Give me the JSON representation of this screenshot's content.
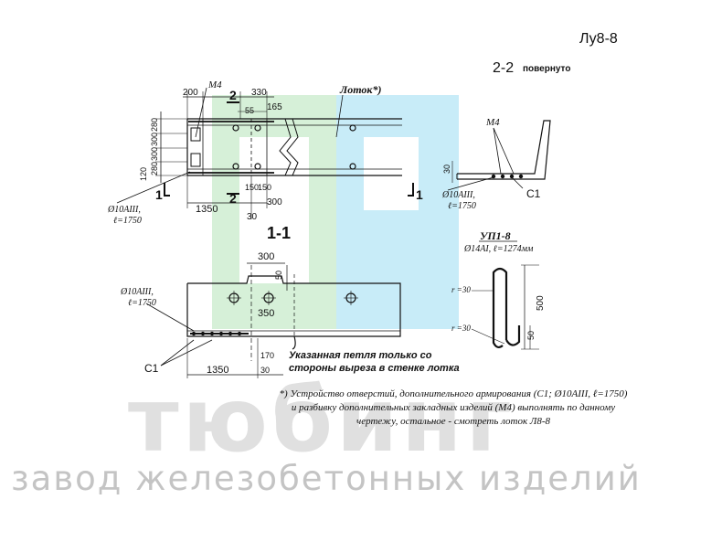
{
  "sheet_label": "Лу8-8",
  "watermark": {
    "brand": "тюбинг",
    "subtitle": "завод железобетонных изделий"
  },
  "plan": {
    "dims_top": [
      "200",
      "330",
      "165",
      "55",
      "150"
    ],
    "dims_left": [
      "280",
      "300",
      "300",
      "280",
      "120"
    ],
    "dims_bottom": [
      "1350",
      "150",
      "300",
      "30"
    ],
    "label_m4": "M4",
    "label_tray": "Лоток*)",
    "rebar_name": "Ø10АIII,",
    "rebar_len": "ℓ=1750",
    "section_2": "2",
    "section_1": "1"
  },
  "section_2_2": {
    "title": "2-2",
    "subtitle": "повернуто",
    "label_m4": "M4",
    "dim_30": "30",
    "rebar_name": "Ø10АIII,",
    "rebar_len": "ℓ=1750",
    "label_c1": "C1"
  },
  "section_1_1": {
    "title": "1-1",
    "dim_300": "300",
    "dim_50": "50",
    "dim_350": "350",
    "dim_170": "170",
    "dim_1350": "1350",
    "dim_30": "30",
    "rebar_name": "Ø10АIII,",
    "rebar_len": "ℓ=1750",
    "label_c1": "C1",
    "note_line1": "Указанная петля только со",
    "note_line2": "стороны выреза в стенке лотка"
  },
  "up1": {
    "title": "УП1-8",
    "spec": "Ø14AI, ℓ=1274мм",
    "r_top": "r =30",
    "r_bot": "r =30",
    "dim_500": "500",
    "dim_50": "50"
  },
  "footnote": {
    "line1": "*) Устройство отверстий, дополнительного армирования (С1; Ø10АIII, ℓ=1750)",
    "line2": "и разбивку дополнительных закладных изделий (М4) выполнять по данному",
    "line3": "чертежу, остальное - смотреть лоток Л8-8"
  },
  "colors": {
    "logo_green": "#d6f0d8",
    "logo_blue": "#c8ecf8",
    "line": "#111111"
  }
}
